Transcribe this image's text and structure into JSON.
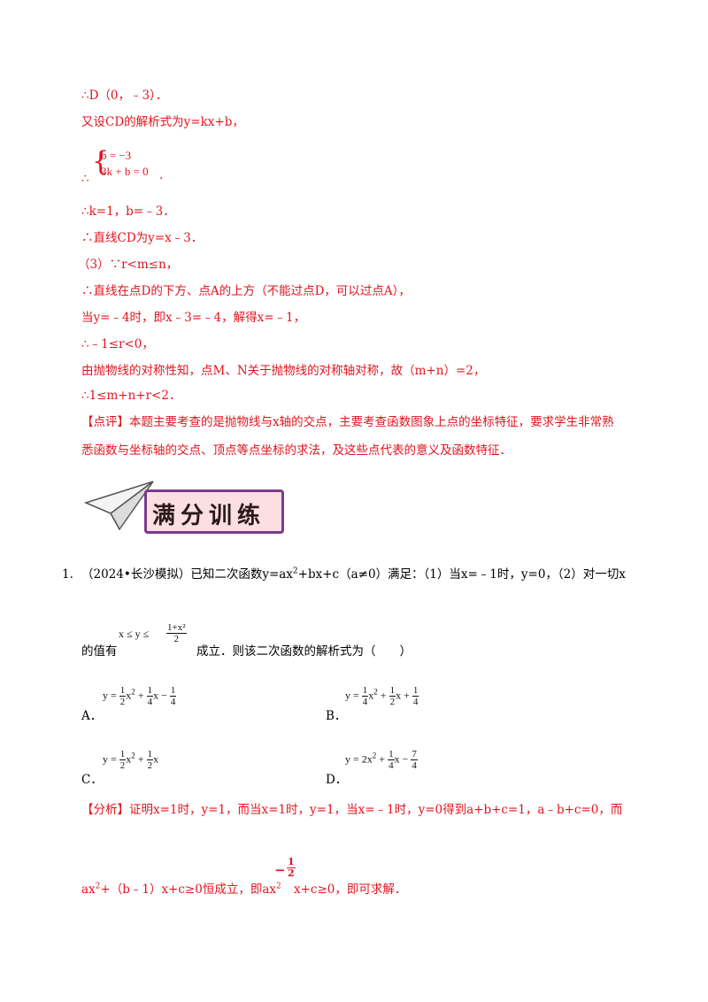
{
  "solution": {
    "line1": "∴D（0，﹣3）．",
    "line2": "又设CD的解析式为y=kx+b，",
    "system_eq1": "b = −3",
    "system_eq2": "3k + b = 0",
    "system_prefix": "∴",
    "system_suffix": ".",
    "line4": "∴k=1，b=﹣3．",
    "line5": "∴直线CD为y=x﹣3．",
    "line6": "（3）∵r<m≤n，",
    "line7": "∴直线在点D的下方、点A的上方（不能过点D，可以过点A），",
    "line8": "当y=﹣4时，即x﹣3=﹣4，解得x=﹣1，",
    "line9": "∴﹣1≤r<0，",
    "line10": "由抛物线的对称性知，点M、N关于抛物线的对称轴对称，故（m+n）=2，",
    "line11": "∴1≤m+n+r<2．",
    "comment_line1": "【点评】本题主要考查的是抛物线与x轴的交点，主要考查函数图象上点的坐标特征，要求学生非常熟",
    "comment_line2": "悉函数与坐标轴的交点、顶点等点坐标的求法，及这些点代表的意义及函数特征．"
  },
  "banner": {
    "title": "满分训练"
  },
  "question": {
    "number": "1.",
    "stem_line1_prefix": "（2024•长沙模拟）已知二次函数y=ax",
    "stem_line1_suffix": "+bx+c（a≠0）满足：（1）当x=﹣1时，y=0，（2）对一切x",
    "exp2": "2",
    "stem_line2_prefix": "的值有",
    "ineq_left": "x ≤ y ≤",
    "ineq_num": "1+x²",
    "ineq_den": "2",
    "stem_line2_suffix": "成立．则该二次函数的解析式为（　　）",
    "options": {
      "A_label": "A．",
      "B_label": "B．",
      "C_label": "C．",
      "D_label": "D．"
    }
  },
  "analysis": {
    "line1": "【分析】证明x=1时，y=1，而当x=1时，y=1，当x=﹣1时，y=0得到a+b+c=1，a﹣b+c=0，而",
    "line2_a": "ax",
    "line2_b": "+（b﹣1）x+c≥0恒成立，即ax",
    "line2_frac_num": "1",
    "line2_frac_den": "2",
    "line2_minus": "−",
    "line2_c": "x+c≥0，即可求解．"
  }
}
